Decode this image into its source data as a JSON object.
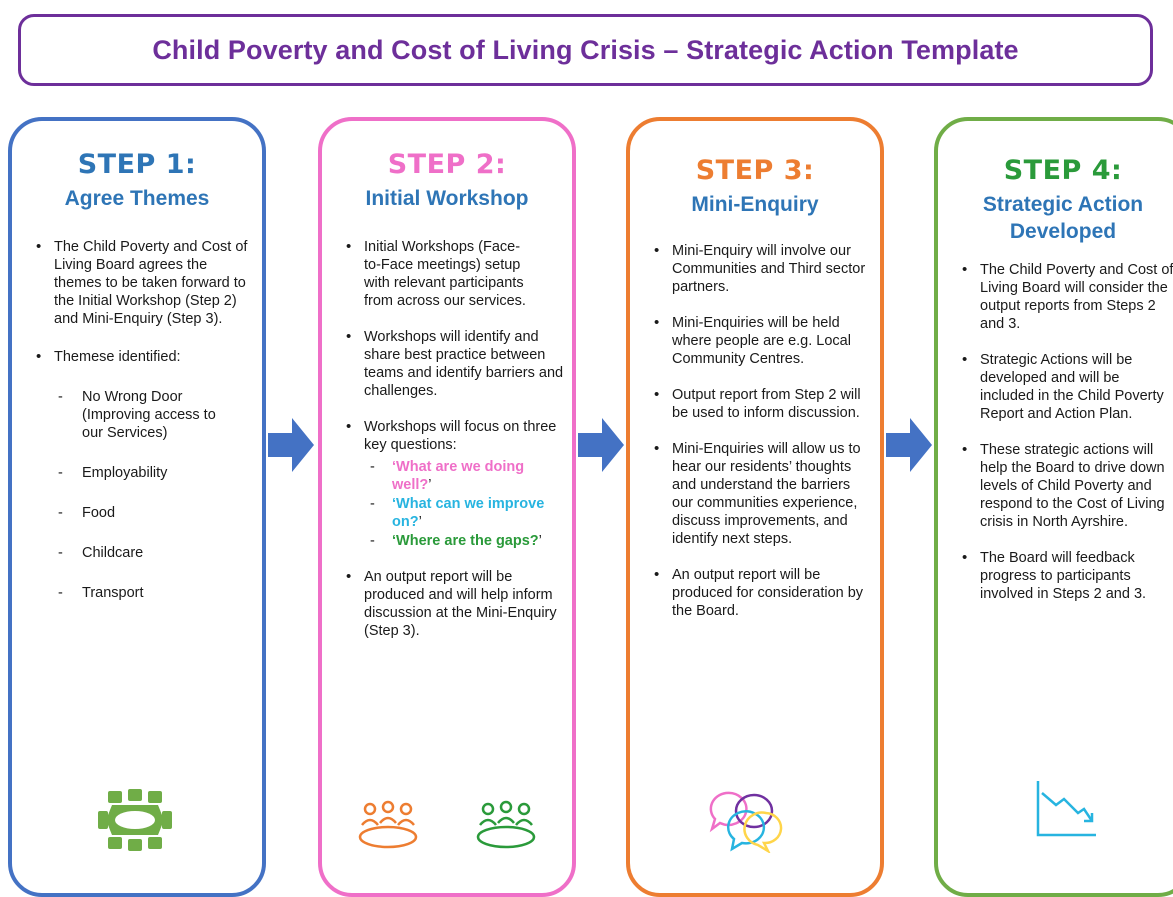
{
  "title": "Child Poverty and Cost of Living Crisis – Strategic Action Template",
  "colors": {
    "title": "#6d2f9a",
    "step1": "#4472c4",
    "step2": "#ef6fc8",
    "step3": "#ed7d31",
    "step4": "#70ad47",
    "subtitle": "#2e75b6",
    "arrow": "#4472c4",
    "q1": "#ef6fc8",
    "q2": "#27b4e0",
    "q3": "#2a9a3a"
  },
  "steps": [
    {
      "label": "STEP 1:",
      "subtitle": "Agree Themes",
      "bullets": [
        "The  Child Poverty and Cost of Living Board agrees the themes to be taken forward to the Initial Workshop (Step 2) and Mini-Enquiry (Step 3).",
        " Themese identified:"
      ],
      "themes": [
        "No Wrong Door (Improving access to our Services)",
        "Employability",
        "Food",
        "Childcare",
        "Transport"
      ],
      "icon": "meeting-table-icon"
    },
    {
      "label": "STEP 2:",
      "subtitle": "Initial Workshop",
      "bullets": [
        "Initial Workshops (Face-to-Face meetings) setup with relevant participants from across our services.",
        "Workshops will identify and share best practice between teams and identify barriers and challenges.",
        "Workshops will focus on three key questions:",
        "An output report will be produced and will help inform discussion at the Mini-Enquiry (Step 3)."
      ],
      "questions": [
        {
          "quote_open": "‘",
          "text": "What are we doing well?",
          "quote_close": "’"
        },
        {
          "quote_open": "‘",
          "text": "What can we improve on?",
          "quote_close": "’"
        },
        {
          "quote_open": "‘",
          "text": "Where are the gaps?",
          "quote_close": "’"
        }
      ],
      "icon": "group-meeting-icon"
    },
    {
      "label": "STEP 3:",
      "subtitle": "Mini-Enquiry",
      "bullets": [
        "Mini-Enquiry will involve our Communities and Third sector partners.",
        "Mini-Enquiries will be held where people are e.g. Local Community Centres.",
        "Output report from Step 2 will be used to inform discussion.",
        "Mini-Enquiries will allow us to hear our residents’ thoughts and understand the barriers our communities experience, discuss improvements, and identify next steps.",
        "An output report will be produced for consideration by the Board."
      ],
      "icon": "speech-bubbles-icon"
    },
    {
      "label": "STEP 4:",
      "subtitle": "Strategic Action Developed",
      "bullets": [
        "The Child Poverty and Cost of Living Board will consider the output reports from Steps 2 and 3.",
        "Strategic Actions will be developed and will be included in the Child Poverty Report and Action Plan.",
        "These strategic actions will help the Board to drive down levels of Child Poverty and respond to the Cost of Living crisis in North Ayrshire.",
        "The Board will feedback progress to participants involved in Steps 2 and 3."
      ],
      "icon": "downward-trend-chart-icon"
    }
  ]
}
